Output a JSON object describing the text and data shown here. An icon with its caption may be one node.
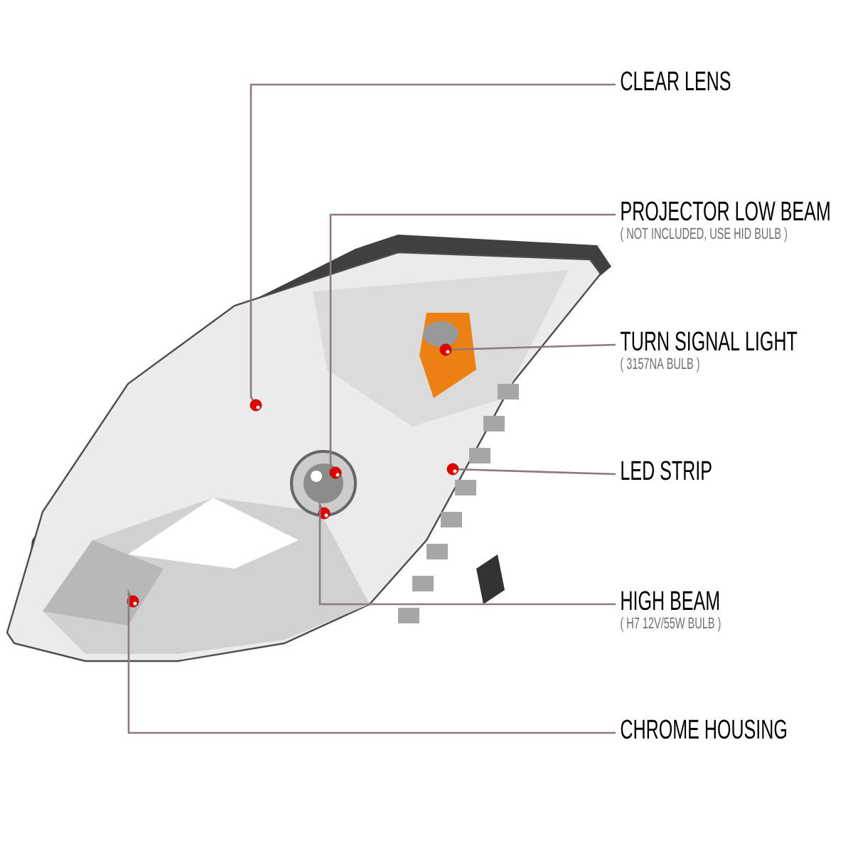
{
  "diagram": {
    "nodes": [
      {
        "text": [
          "CLEAR LENS"
        ]
      },
      {
        "text": [
          "PROJECTOR LOW BEAM",
          "( NOT INCLUDED, USE HID BULB )"
        ]
      },
      {
        "text": [
          "TURN SIGNAL LIGHT",
          "( 3157NA BULB )"
        ]
      },
      {
        "text": [
          "LED STRIP"
        ]
      },
      {
        "text": [
          "HIGH BEAM",
          "( H7 12V/55W BULB )"
        ]
      },
      {
        "text": [
          "CHROME HOUSING"
        ]
      },
      {
        "text": [],
        "shape": "circle"
      },
      {
        "text": [],
        "shape": "circle"
      },
      {
        "text": [],
        "shape": "circle"
      },
      {
        "text": [],
        "shape": "circle"
      },
      {
        "text": [],
        "shape": "circle"
      },
      {
        "text": [],
        "shape": "circle"
      }
    ],
    "edges": [
      {
        "from": 0,
        "to": 7,
        "arrow": "none"
      },
      {
        "from": 1,
        "to": 9,
        "arrow": "none"
      },
      {
        "from": 2,
        "to": 6,
        "arrow": "none"
      },
      {
        "from": 3,
        "to": 8,
        "arrow": "none"
      },
      {
        "from": 4,
        "to": 10,
        "arrow": "none"
      },
      {
        "from": 5,
        "to": 11,
        "arrow": "none"
      }
    ]
  }
}
